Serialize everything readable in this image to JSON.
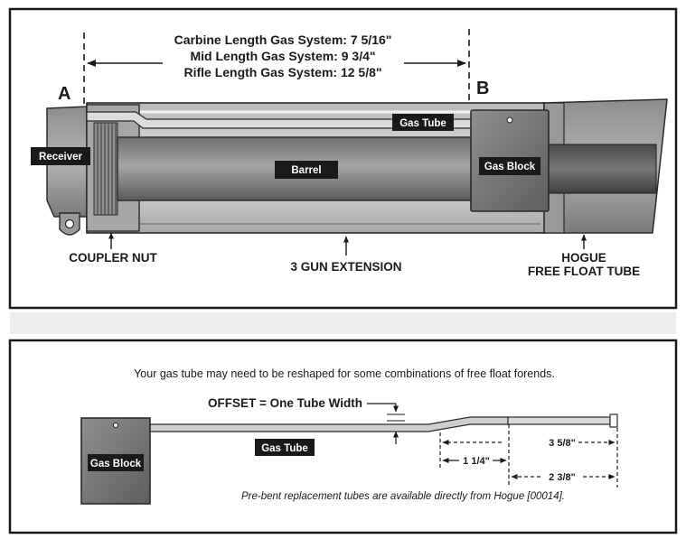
{
  "top_panel": {
    "gas_lengths": [
      "Carbine Length Gas System: 7 5/16\"",
      "Mid Length Gas System: 9 3/4\"",
      "Rifle Length Gas System: 12 5/8\""
    ],
    "point_a": "A",
    "point_b": "B",
    "labels": {
      "receiver": "Receiver",
      "gas_tube": "Gas Tube",
      "barrel": "Barrel",
      "gas_block": "Gas Block"
    },
    "callouts": {
      "coupler_nut": "COUPLER NUT",
      "gun_extension": "3 GUN EXTENSION",
      "hogue_line1": "HOGUE",
      "hogue_line2": "FREE FLOAT TUBE"
    }
  },
  "bottom_panel": {
    "intro": "Your gas tube may need to be reshaped for some combinations of free float forends.",
    "offset_label": "OFFSET = One Tube Width",
    "labels": {
      "gas_block": "Gas Block",
      "gas_tube": "Gas Tube"
    },
    "dimensions": {
      "d1": "1 1/4\"",
      "d2": "3 5/8\"",
      "d3": "2 3/8\""
    },
    "footnote": "Pre-bent replacement tubes are available directly from Hogue [00014]."
  },
  "colors": {
    "frame": "#1a1a1a",
    "tag_fill": "#1a1a1a",
    "metal_dark": "#5c5c5c",
    "metal_mid": "#8a8a8a",
    "metal_light": "#bdbdbd",
    "separator_band": "#ececec"
  }
}
